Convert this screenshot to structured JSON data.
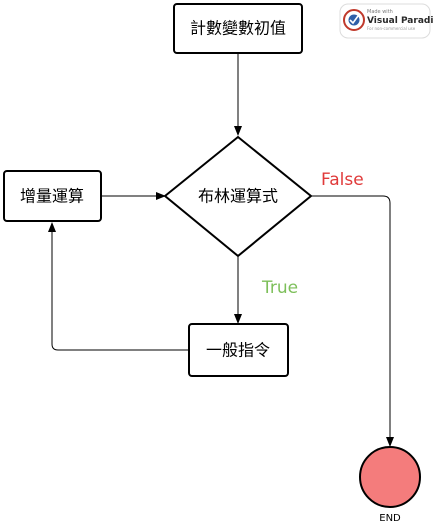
{
  "nodes": {
    "init": {
      "label": "計數變數初值"
    },
    "condition": {
      "label": "布林運算式"
    },
    "increment": {
      "label": "增量運算"
    },
    "statement": {
      "label": "一般指令"
    },
    "end": {
      "label": "END"
    }
  },
  "branches": {
    "false_label": "False",
    "true_label": "True"
  },
  "colors": {
    "false": "#e03a3a",
    "true": "#7dbf5a",
    "end_fill": "#f47c7c"
  },
  "watermark": {
    "line1": "Made with",
    "line2": "Visual Paradigm",
    "line3": "For non-commercial use"
  }
}
